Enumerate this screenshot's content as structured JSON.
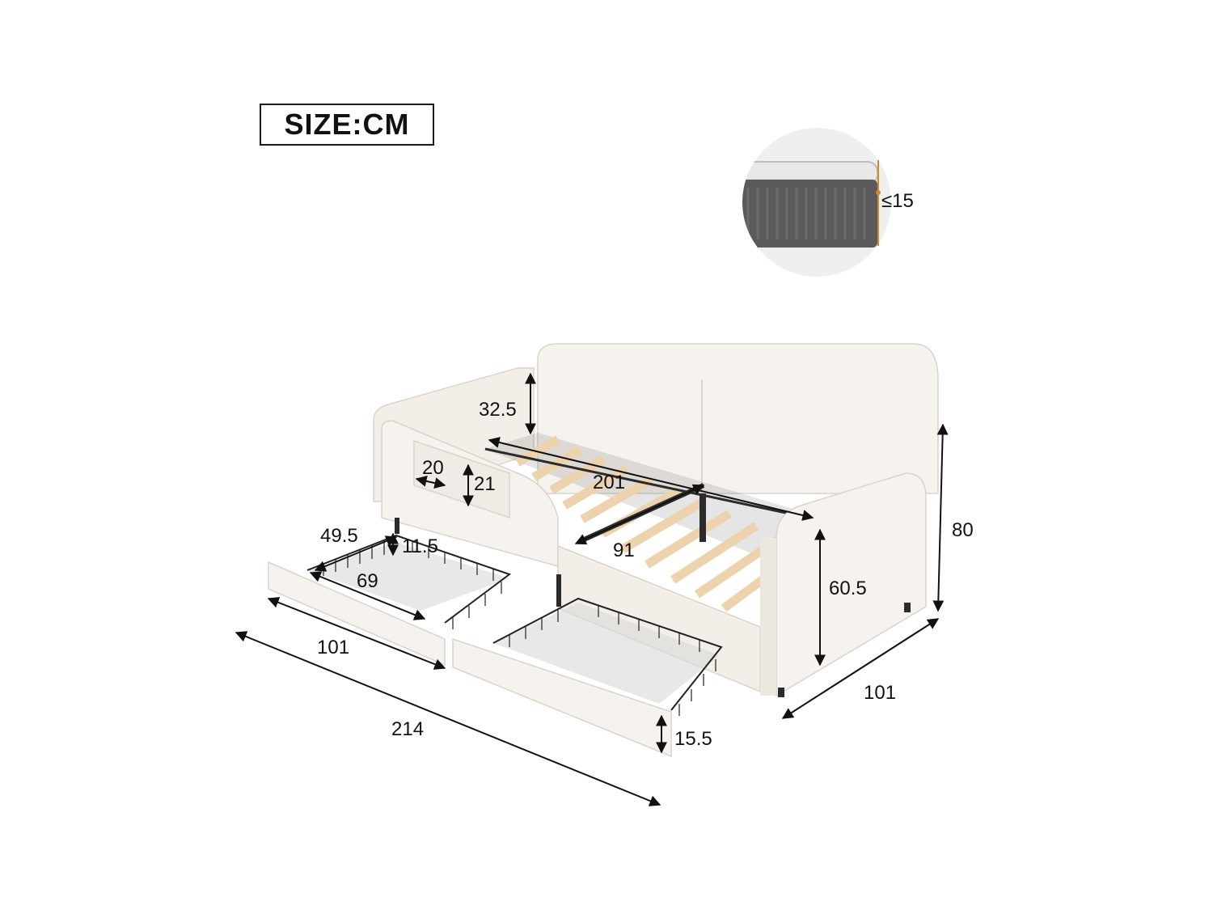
{
  "size_label": "SIZE:CM",
  "mattress_note": "≤15",
  "dimensions": {
    "backrest_height": "32.5",
    "pocket_width": "20",
    "pocket_height": "21",
    "inner_length": "201",
    "inner_width": "91",
    "drawer_depth": "49.5",
    "drawer_side": "11.5",
    "basket_width": "69",
    "drawer_front_width": "101",
    "total_length": "214",
    "drawer_front_height": "15.5",
    "arm_height": "60.5",
    "total_height": "80",
    "total_depth": "101"
  },
  "colors": {
    "upholstery": "#f6f3ee",
    "slat": "#ecd3ad",
    "frame": "#2b2b2b",
    "mattress": "#5a5a5c"
  }
}
